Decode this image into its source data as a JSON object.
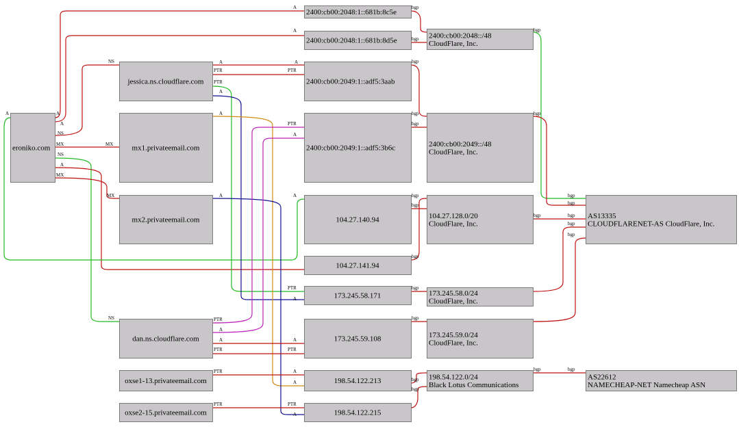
{
  "colors": {
    "red": "#c01010",
    "green": "#22bb22",
    "blue": "#101090",
    "orange": "#d08a10",
    "magenta": "#bb22bb",
    "node_fill": "#c8c6c8"
  },
  "nodes": {
    "eroniko": [
      "eroniko.com"
    ],
    "jessica": [
      "jessica.ns.cloudflare.com"
    ],
    "mx1": [
      "mx1.privateemail.com"
    ],
    "mx2": [
      "mx2.privateemail.com"
    ],
    "dan": [
      "dan.ns.cloudflare.com"
    ],
    "oxse13": [
      "oxse1-13.privateemail.com"
    ],
    "oxse15": [
      "oxse2-15.privateemail.com"
    ],
    "ip6_8c5e": [
      "2400:cb00:2048:1::681b:8c5e"
    ],
    "ip6_8d5e": [
      "2400:cb00:2048:1::681b:8d5e"
    ],
    "ip6_3aab": [
      "2400:cb00:2049:1::adf5:3aab"
    ],
    "ip6_3b6c": [
      "2400:cb00:2049:1::adf5:3b6c"
    ],
    "ip_140": [
      "104.27.140.94"
    ],
    "ip_141": [
      "104.27.141.94"
    ],
    "ip_58": [
      "173.245.58.171"
    ],
    "ip_59": [
      "173.245.59.108"
    ],
    "ip_213": [
      "198.54.122.213"
    ],
    "ip_215": [
      "198.54.122.215"
    ],
    "pfx_2048": [
      "2400:cb00:2048::/48",
      "CloudFlare, Inc."
    ],
    "pfx_2049": [
      "2400:cb00:2049::/48",
      "CloudFlare, Inc."
    ],
    "pfx_104": [
      "104.27.128.0/20",
      "CloudFlare, Inc."
    ],
    "pfx_58": [
      "173.245.58.0/24",
      "CloudFlare, Inc."
    ],
    "pfx_59": [
      "173.245.59.0/24",
      "CloudFlare, Inc."
    ],
    "pfx_198": [
      "198.54.122.0/24",
      "Black Lotus Communications"
    ],
    "as13335": [
      "AS13335",
      "CLOUDFLARENET-AS CloudFlare, Inc."
    ],
    "as22612": [
      "AS22612",
      "NAMECHEAP-NET Namecheap ASN"
    ]
  },
  "edge_labels": [
    "A",
    "NS",
    "MX",
    "PTR",
    "bgp"
  ]
}
